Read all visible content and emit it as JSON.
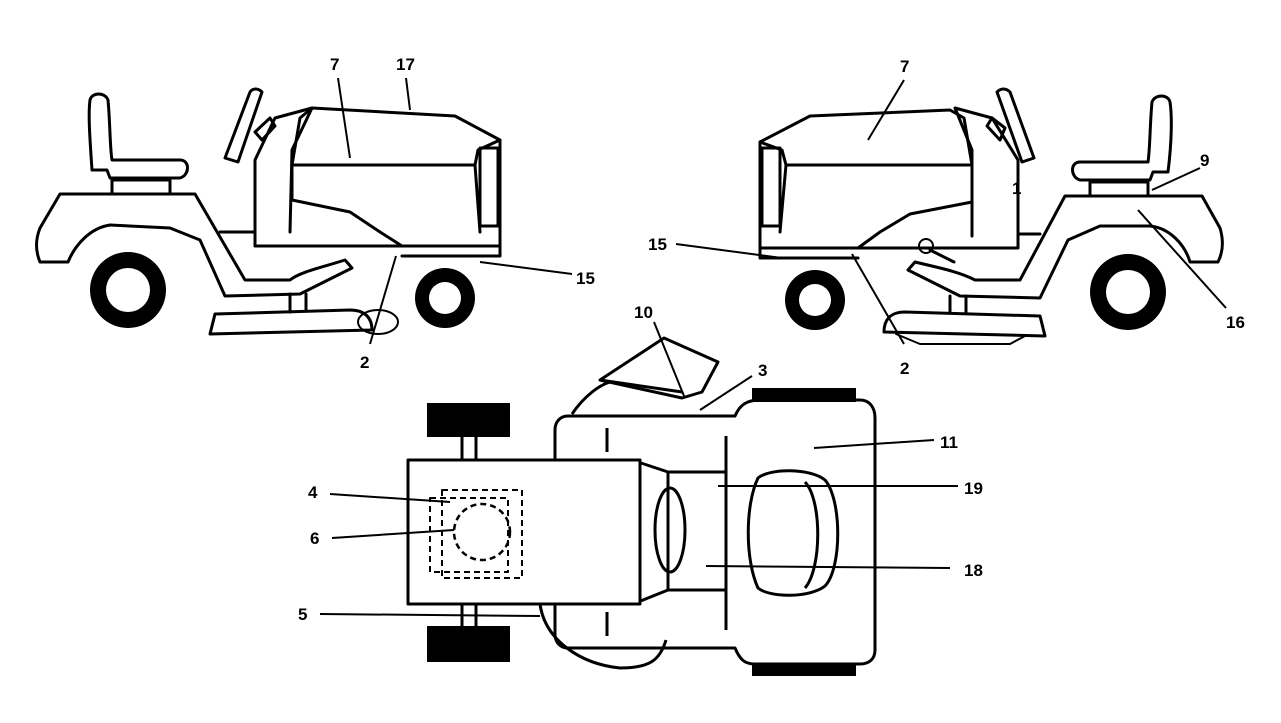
{
  "callouts": {
    "left_tractor": {
      "c7": "7",
      "c17": "17",
      "c15": "15",
      "c2": "2"
    },
    "right_tractor": {
      "c7": "7",
      "c9": "9",
      "c1": "1",
      "c15": "15",
      "c16": "16",
      "c2": "2"
    },
    "top_view": {
      "c10": "10",
      "c3": "3",
      "c11": "11",
      "c19": "19",
      "c4": "4",
      "c6": "6",
      "c18": "18",
      "c5": "5"
    }
  },
  "colors": {
    "ink": "#000000",
    "paper": "#ffffff"
  }
}
